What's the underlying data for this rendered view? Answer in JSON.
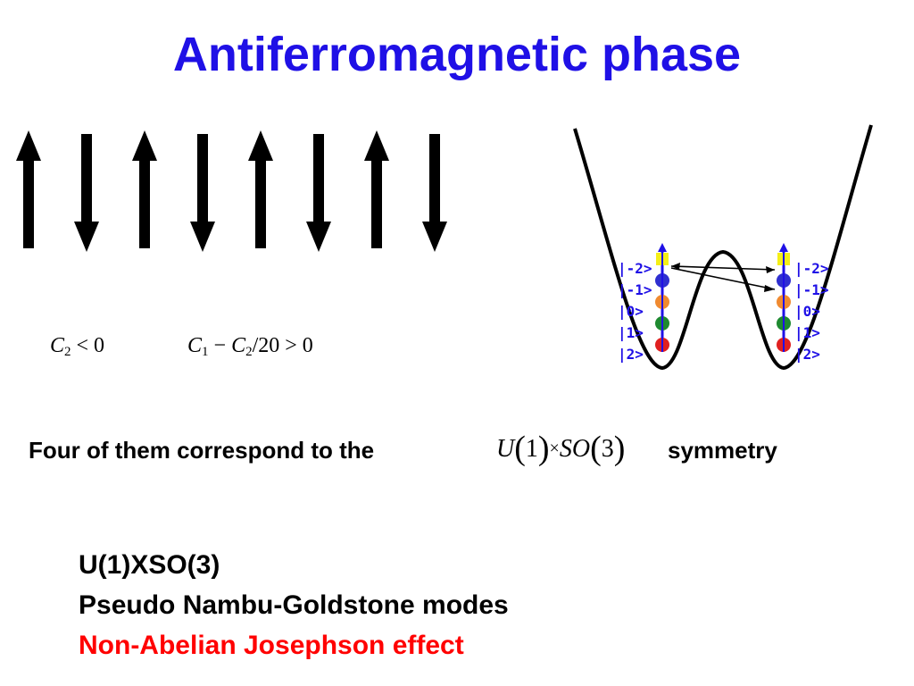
{
  "slide": {
    "title": "Antiferromagnetic phase",
    "accent_color": "#1f10e6",
    "highlight_color": "#ff0000"
  },
  "spin_chain": {
    "directions": [
      "up",
      "down",
      "up",
      "down",
      "up",
      "down",
      "up",
      "down"
    ]
  },
  "conditions": {
    "cond1": {
      "c": "C",
      "sub": "2",
      "rel": " < 0"
    },
    "cond2": {
      "c1": "C",
      "sub1": "1",
      "minus": " − ",
      "c2": "C",
      "sub2": "2",
      "tail": "/20 > 0"
    }
  },
  "double_well": {
    "left_labels": [
      "|-2>",
      "|-1>",
      "|0>",
      "|1>",
      "|2>"
    ],
    "right_labels": [
      "|-2>",
      "|-1>",
      "|0>",
      "|1>",
      "|2>"
    ],
    "level_colors": [
      "#f5ef18",
      "#2f2fd0",
      "#f08a30",
      "#1e8a30",
      "#e02020"
    ]
  },
  "symmetry_line": {
    "prefix": "Four of them correspond to the",
    "group": {
      "u": "U",
      "one": "1",
      "times": "×",
      "so": "SO",
      "three": "3"
    },
    "suffix": "symmetry"
  },
  "bullets": [
    {
      "text": "U(1)XSO(3)",
      "color": "#000000"
    },
    {
      "text": "Pseudo Nambu-Goldstone modes",
      "color": "#000000"
    },
    {
      "text": "Non-Abelian Josephson effect",
      "color": "#ff0000"
    }
  ]
}
